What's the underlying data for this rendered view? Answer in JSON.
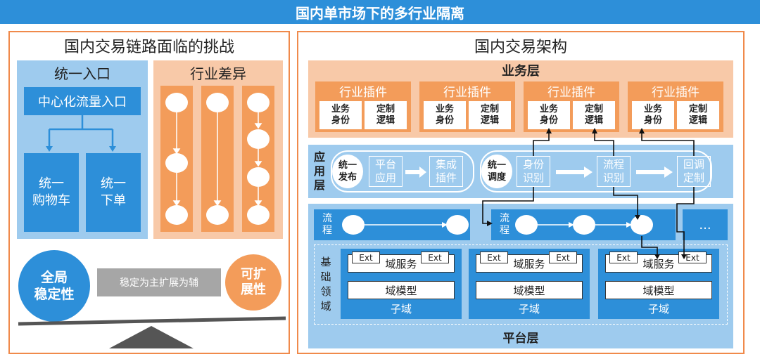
{
  "banner": "国内单市场下的多行业隔离",
  "left": {
    "title": "国内交易链路面临的挑战",
    "entry": {
      "title": "统一入口",
      "center": "中心化流量入口",
      "cart": "统一\n购物车",
      "order": "统一\n下单"
    },
    "diff": {
      "title": "行业差异"
    },
    "balance": {
      "left": "全局\n稳定性",
      "middle": "稳定为主扩展为辅",
      "right": "可扩\n展性"
    }
  },
  "right": {
    "title": "国内交易架构",
    "biz": {
      "title": "业务层",
      "plugins": [
        {
          "label": "行业插件",
          "a": "业务\n身份",
          "b": "定制\n逻辑"
        },
        {
          "label": "行业插件",
          "a": "业务\n身份",
          "b": "定制\n逻辑"
        },
        {
          "label": "行业插件",
          "a": "业务\n身份",
          "b": "定制\n逻辑"
        },
        {
          "label": "行业插件",
          "a": "业务\n身份",
          "b": "定制\n逻辑"
        }
      ]
    },
    "app": {
      "label": "应\n用\n层",
      "publish": "统一\n发布",
      "platform": "平台\n应用",
      "integrate": "集成\n插件",
      "dispatch": "统一\n调度",
      "identity": "身份\n识别",
      "flowid": "流程\n识别",
      "callback": "回调\n定制"
    },
    "base": {
      "flow1": "流\n程",
      "flow2": "流\n程",
      "more": "...",
      "domain_label": "基\n础\n领\n域",
      "ext": "Ext",
      "domain_service": "域服务",
      "domain_model": "域模型",
      "subdomain": "子域",
      "platform": "平台层"
    }
  }
}
